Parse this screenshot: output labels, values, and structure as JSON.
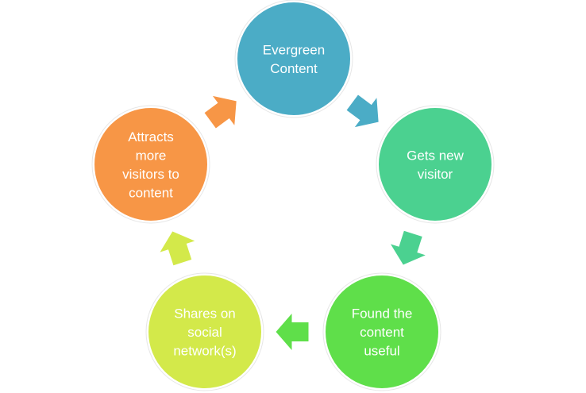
{
  "diagram": {
    "type": "cycle",
    "nodes": [
      {
        "id": "evergreen",
        "lines": [
          "Evergreen",
          "Content"
        ],
        "color": "#4BACC6"
      },
      {
        "id": "new-visitor",
        "lines": [
          "Gets new",
          "visitor"
        ],
        "color": "#4BD190"
      },
      {
        "id": "useful",
        "lines": [
          "Found the",
          "content",
          "useful"
        ],
        "color": "#5FDF4A"
      },
      {
        "id": "shares",
        "lines": [
          "Shares on",
          "social",
          "network(s)"
        ],
        "color": "#D3E94A"
      },
      {
        "id": "attracts",
        "lines": [
          "Attracts",
          "more",
          "visitors to",
          "content"
        ],
        "color": "#F79646"
      }
    ],
    "arrows": [
      {
        "from": "evergreen",
        "to": "new-visitor",
        "color": "#4BACC6"
      },
      {
        "from": "new-visitor",
        "to": "useful",
        "color": "#4BD190"
      },
      {
        "from": "useful",
        "to": "shares",
        "color": "#5FDF4A"
      },
      {
        "from": "shares",
        "to": "attracts",
        "color": "#D3E94A"
      },
      {
        "from": "attracts",
        "to": "evergreen",
        "color": "#F79646"
      }
    ]
  }
}
